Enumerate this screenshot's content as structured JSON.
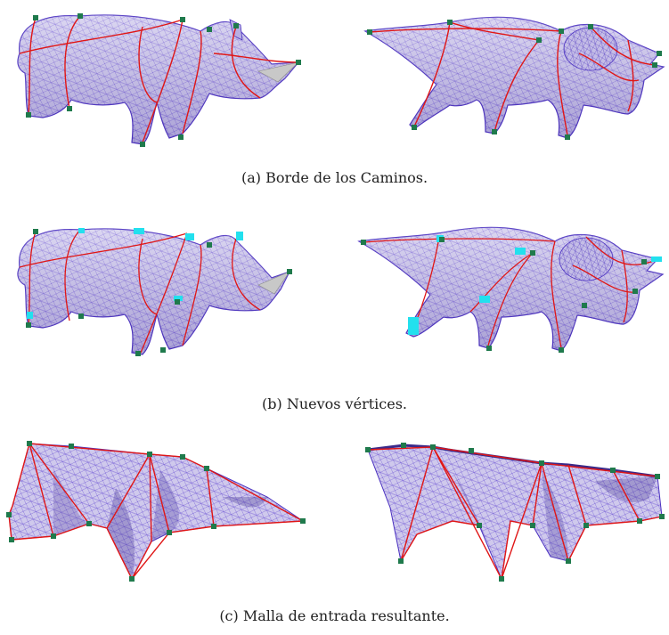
{
  "captions": {
    "a": "(a) Borde de los Caminos.",
    "b": "(b) Nuevos vértices.",
    "c": "(c) Malla de entrada resultante."
  },
  "colors": {
    "mesh_fill": "#c9c3e6",
    "wire": "#5b3fd0",
    "path": "#e01616",
    "vertex": "#1f7a4c",
    "new_vertex": "#22e0ee",
    "horn": "#c8c8c8"
  }
}
